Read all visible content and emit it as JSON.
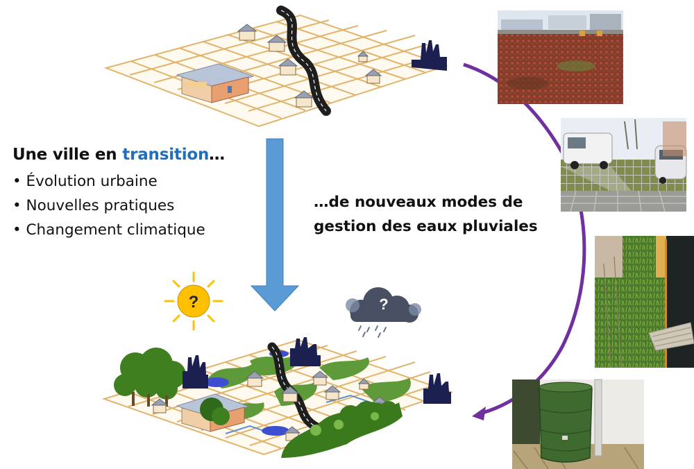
{
  "left_block": {
    "title_prefix": "Une ville en ",
    "title_accent": "transition",
    "title_suffix": "…",
    "bullets": [
      "Évolution urbaine",
      "Nouvelles pratiques",
      "Changement climatique"
    ]
  },
  "right_block": {
    "line1": "…de nouveaux modes de",
    "line2": "gestion des eaux pluviales"
  },
  "icons": {
    "sun": {
      "glyph": "?",
      "name": "sun-question-icon"
    },
    "cloud": {
      "glyph": "?",
      "name": "rain-cloud-question-icon"
    }
  },
  "colors": {
    "accent": "#1f6fba",
    "arrow": "#5b9bd5",
    "curve": "#7030a0",
    "grid": "#e2b36a",
    "sun": "#ffc000",
    "road": "#1e1e1e"
  }
}
